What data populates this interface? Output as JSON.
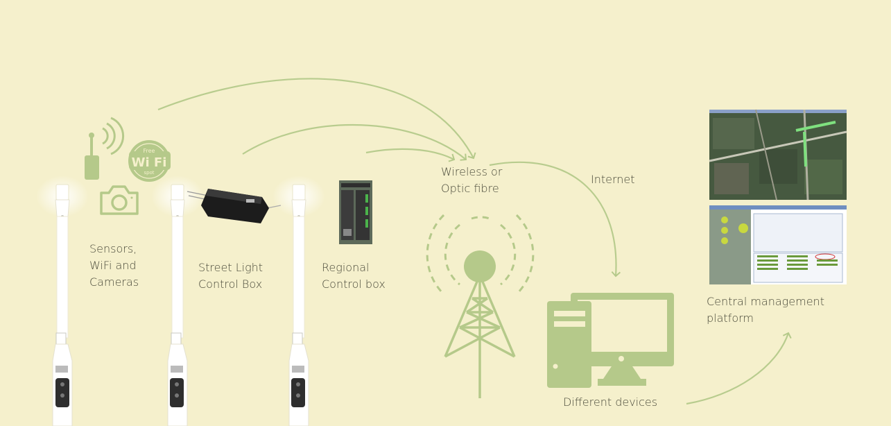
{
  "labels": {
    "sensors": [
      "Sensors,",
      "WiFi and",
      "Cameras"
    ],
    "street_light_box": [
      "Street Light",
      "Control Box"
    ],
    "regional_box": [
      "Regional",
      "Control box"
    ],
    "wireless": [
      "Wireless or",
      "Optic fibre"
    ],
    "internet": "Internet",
    "devices": "Different devices",
    "platform": [
      "Central management",
      "platform"
    ]
  },
  "wifi_badge": {
    "top": "Free",
    "main": "Wi Fi",
    "bottom": "spot"
  },
  "colors": {
    "background": "#f5f0cc",
    "accent_green": "#b5c98a",
    "text": "#4a4a3a",
    "pole": "#ffffff"
  },
  "icons": {
    "sensor": "antenna-signal-icon",
    "wifi": "wifi-hotspot-icon",
    "camera": "camera-icon",
    "tower": "radio-tower-icon",
    "computer": "desktop-computer-icon"
  }
}
